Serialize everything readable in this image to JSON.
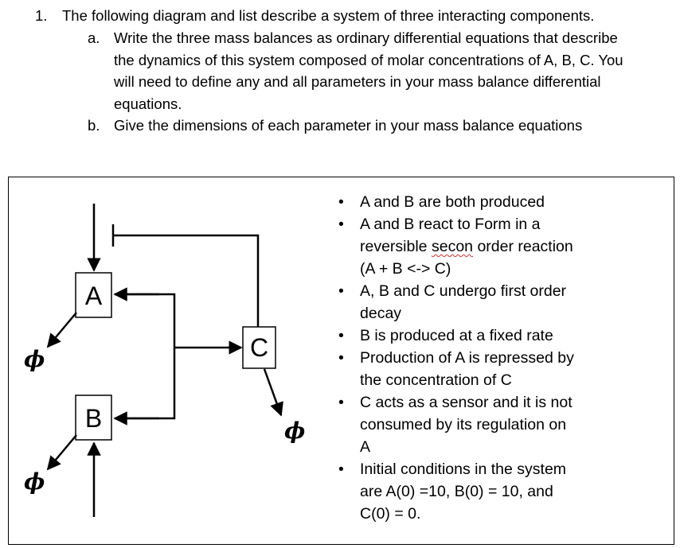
{
  "question": {
    "number": "1.",
    "text": "The following diagram and list describe a system of three interacting components.",
    "parts": [
      {
        "label": "a.",
        "lines": [
          "Write the three mass balances as ordinary differential equations that describe",
          "the dynamics of this system composed of molar concentrations of A, B, C. You",
          "will need to define any and all parameters in your mass balance differential",
          "equations."
        ]
      },
      {
        "label": "b.",
        "text": "Give the dimensions of each parameter in your mass balance equations"
      }
    ]
  },
  "diagram": {
    "nodes": {
      "a": "A",
      "b": "B",
      "c": "C"
    },
    "decay_symbol": "ϕ"
  },
  "facts": [
    {
      "lines": [
        "A and B are both produced"
      ]
    },
    {
      "lines": [
        "A and B react to Form in a",
        "reversible",
        "secon",
        "order reaction",
        "(A + B <-> C)"
      ]
    },
    {
      "lines": [
        "A, B and C undergo first order",
        "decay"
      ]
    },
    {
      "lines": [
        "B is produced at a fixed rate"
      ]
    },
    {
      "lines": [
        "Production of A is repressed by",
        "the concentration of C"
      ]
    },
    {
      "lines": [
        "C acts as a sensor and it is not",
        "consumed by its regulation on",
        "A"
      ]
    },
    {
      "lines": [
        "Initial conditions in the system",
        "are A(0) =10, B(0) = 10, and",
        "C(0) = 0."
      ]
    }
  ]
}
